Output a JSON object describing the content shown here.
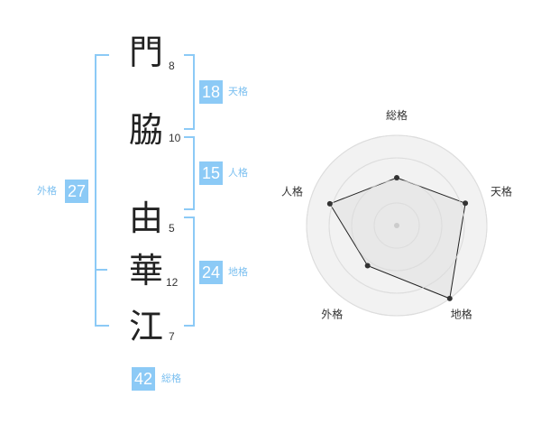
{
  "name": {
    "characters": [
      {
        "char": "門",
        "strokes": "8"
      },
      {
        "char": "脇",
        "strokes": "10"
      },
      {
        "char": "由",
        "strokes": "5"
      },
      {
        "char": "華",
        "strokes": "12"
      },
      {
        "char": "江",
        "strokes": "7"
      }
    ]
  },
  "fortunes": {
    "tenkaku": {
      "value": "18",
      "label": "天格"
    },
    "jinkaku": {
      "value": "15",
      "label": "人格"
    },
    "chikaku": {
      "value": "24",
      "label": "地格"
    },
    "gaikaku": {
      "value": "27",
      "label": "外格"
    },
    "soukaku": {
      "value": "42",
      "label": "総格"
    }
  },
  "chart_data": {
    "type": "radar",
    "axes": [
      "総格",
      "天格",
      "地格",
      "外格",
      "人格"
    ],
    "values": [
      0.53,
      0.8,
      1.0,
      0.55,
      0.78
    ],
    "range": [
      0,
      1
    ],
    "rings": 4,
    "colors": {
      "ring": "#dddddd",
      "fill": "#f2f2f2",
      "line": "#222222",
      "point": "#333333",
      "center": "#cccccc"
    }
  },
  "colors": {
    "accent": "#8ccaf6",
    "accent_text": "#7cc0f0"
  }
}
